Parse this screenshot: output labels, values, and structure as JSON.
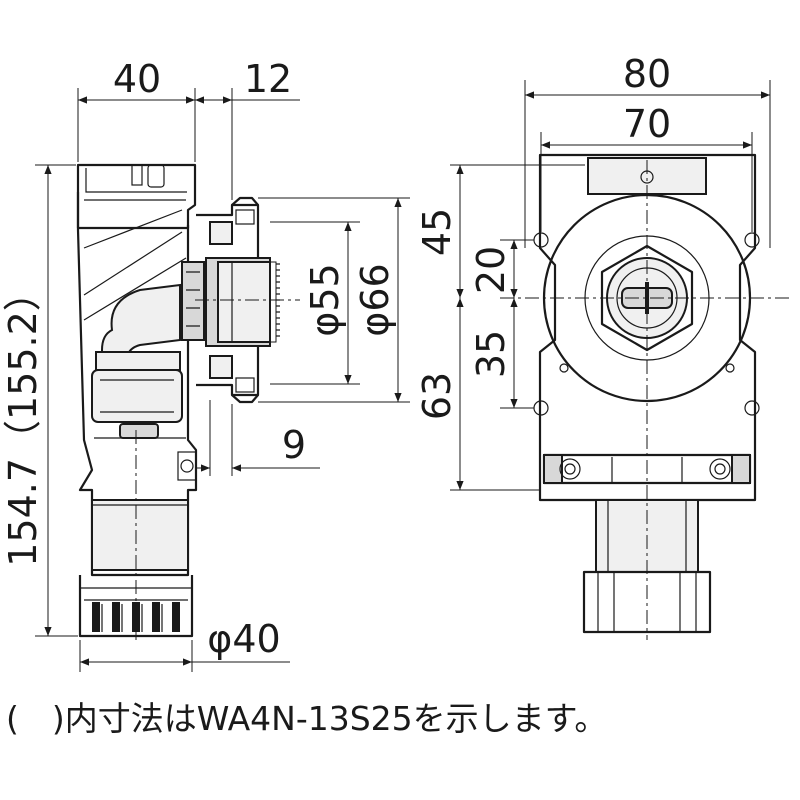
{
  "dimensions": {
    "side_width": "40",
    "side_offset": "12",
    "total_height": "154.7（155.2）",
    "inner_diameter": "φ55",
    "outer_diameter": "φ66",
    "face_offset": "9",
    "bottom_diameter": "φ40",
    "front_width": "80",
    "front_inner_width": "70",
    "upper_height": "45",
    "upper_hole": "20",
    "lower_hole": "35",
    "lower_height": "63"
  },
  "note": "(　)内寸法はWA4N-13S25を示します。"
}
